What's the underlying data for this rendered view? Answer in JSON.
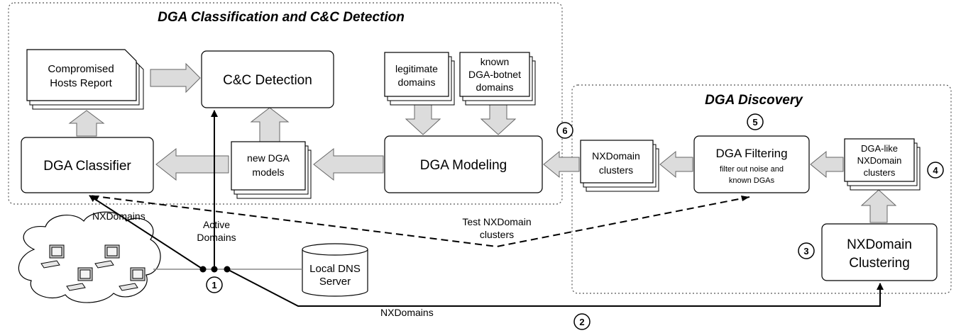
{
  "regions": {
    "classification_title": "DGA Classification and C&C Detection",
    "discovery_title": "DGA Discovery"
  },
  "boxes": {
    "compromised_report": [
      "Compromised",
      "Hosts Report"
    ],
    "cc_detection": "C&C Detection",
    "legitimate_domains": [
      "legitimate",
      "domains"
    ],
    "known_dga": [
      "known",
      "DGA-botnet",
      "domains"
    ],
    "dga_classifier": "DGA Classifier",
    "new_dga_models": [
      "new DGA",
      "models"
    ],
    "dga_modeling": "DGA Modeling",
    "nxdomain_clusters": [
      "NXDomain",
      "clusters"
    ],
    "dga_filtering_title": "DGA Filtering",
    "dga_filtering_sub": [
      "filter out noise and",
      "known DGAs"
    ],
    "dga_like_clusters": [
      "DGA-like",
      "NXDomain",
      "clusters"
    ],
    "nxdomain_clustering": [
      "NXDomain",
      "Clustering"
    ],
    "local_dns": [
      "Local DNS",
      "Server"
    ]
  },
  "labels": {
    "nxdomains_top": "NXDomains",
    "active_domains": [
      "Active",
      "Domains"
    ],
    "test_clusters": [
      "Test NXDomain",
      "clusters"
    ],
    "nxdomains_bottom": "NXDomains"
  },
  "steps": [
    "1",
    "2",
    "3",
    "4",
    "5",
    "6"
  ]
}
